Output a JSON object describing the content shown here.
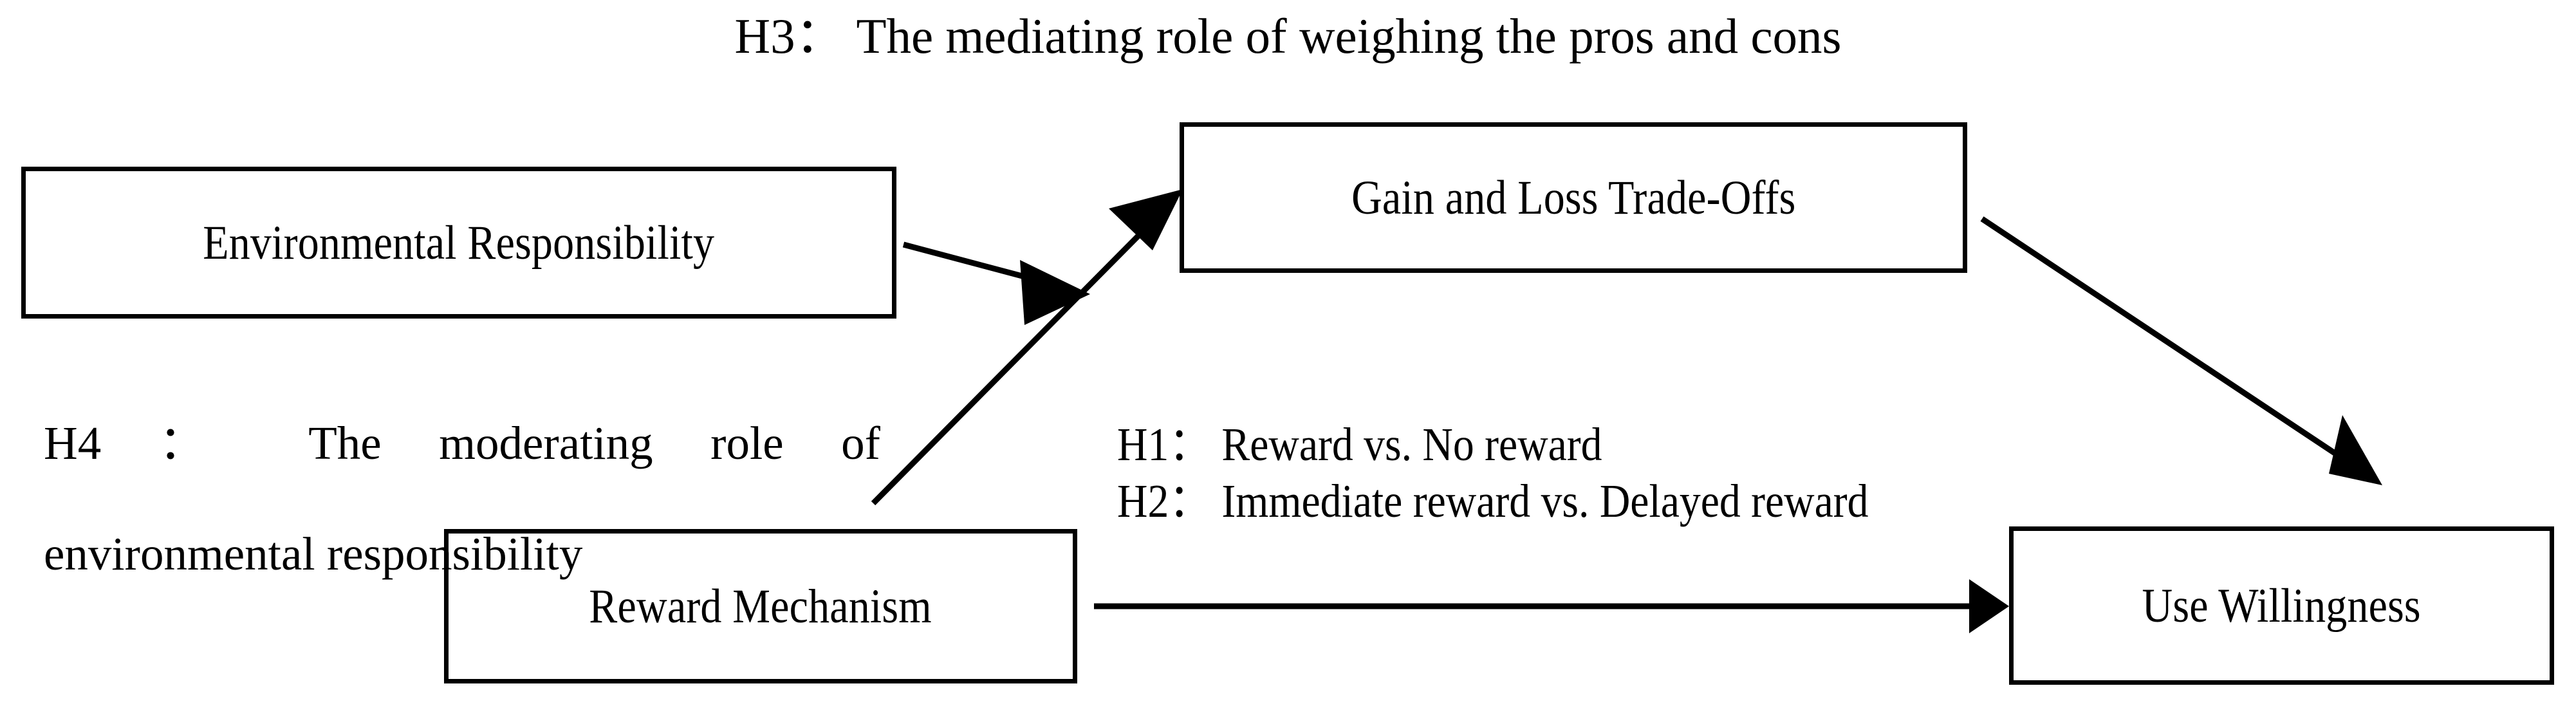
{
  "diagram": {
    "title": "H3：  The mediating role of weighing the pros and cons",
    "background_color": "#ffffff",
    "line_color": "#000000",
    "text_color": "#000000",
    "nodes": [
      {
        "id": "environmental-responsibility",
        "label": "Environmental Responsibility"
      },
      {
        "id": "gain-and-loss-trade-offs",
        "label": "Gain and Loss Trade-Offs"
      },
      {
        "id": "reward-mechanism",
        "label": "Reward Mechanism"
      },
      {
        "id": "use-willingness",
        "label": "Use Willingness"
      }
    ],
    "captions": {
      "h4_line1": "H4 ：  The  moderating  role  of",
      "h4_line2": "environmental responsibility",
      "h1": "H1：  Reward vs. No reward",
      "h2": "H2：  Immediate reward vs. Delayed reward"
    },
    "edges": [
      {
        "id": "reward-mechanism-to-gain-and-loss",
        "from": "reward-mechanism",
        "to": "gain-and-loss-trade-offs",
        "style": "solid-arrow"
      },
      {
        "id": "environmental-responsibility-moderation",
        "from": "environmental-responsibility",
        "to": "reward-mechanism-to-gain-and-loss",
        "style": "solid-arrow"
      },
      {
        "id": "gain-and-loss-to-use-willingness",
        "from": "gain-and-loss-trade-offs",
        "to": "use-willingness",
        "style": "solid-arrow"
      },
      {
        "id": "reward-mechanism-to-use-willingness",
        "from": "reward-mechanism",
        "to": "use-willingness",
        "style": "solid-arrow"
      }
    ]
  }
}
